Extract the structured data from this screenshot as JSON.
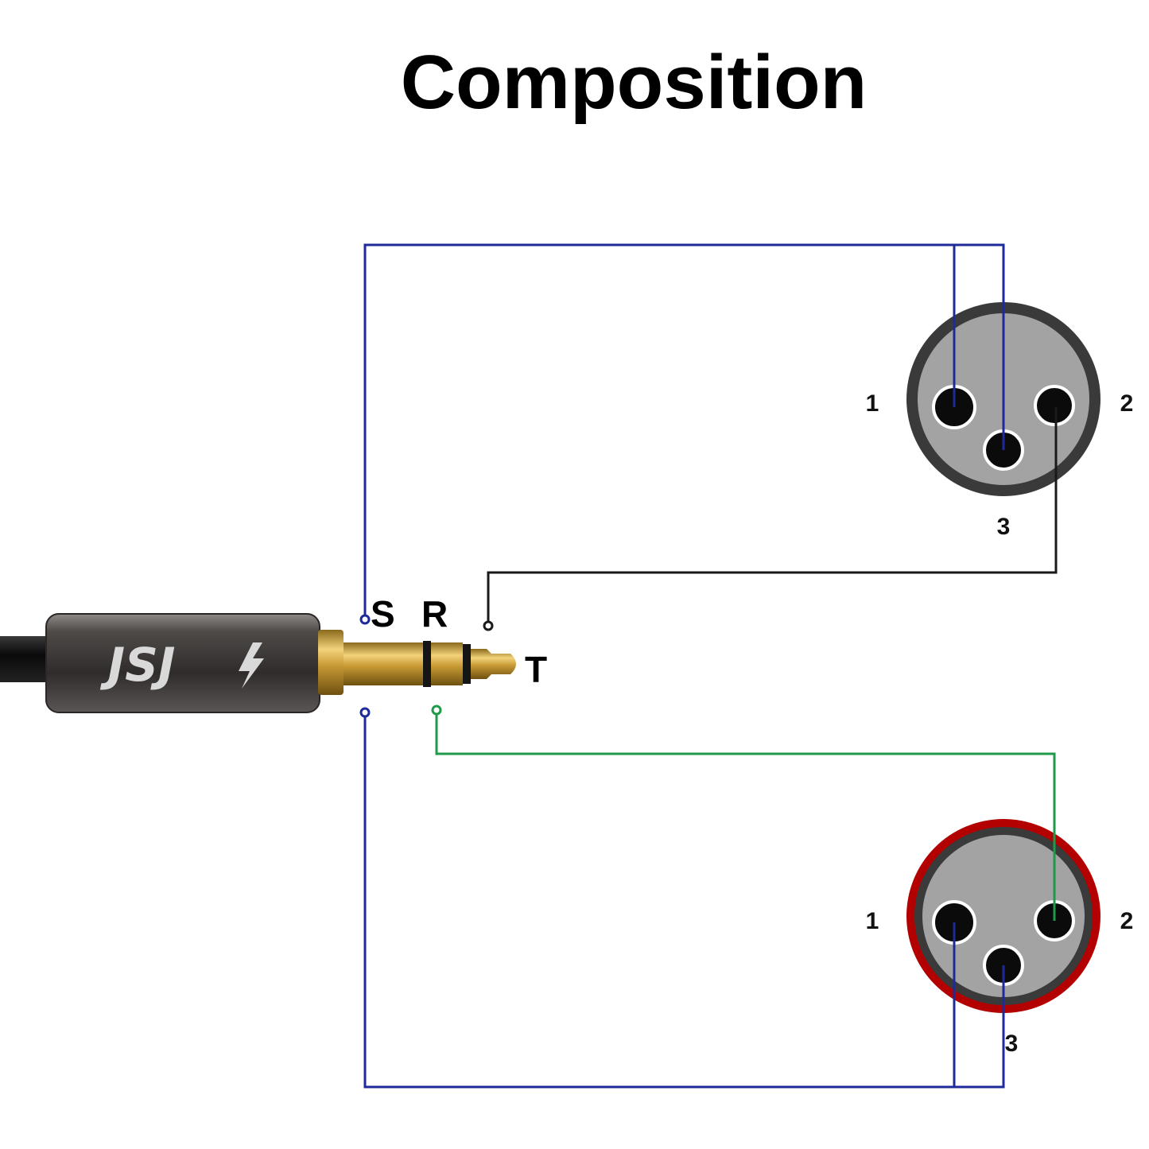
{
  "title": "Composition",
  "plug": {
    "logo_text": "JSJ",
    "labels": {
      "sleeve": "S",
      "ring": "R",
      "tip": "T"
    }
  },
  "xlr_top": {
    "pin_labels": {
      "pin1": "1",
      "pin2": "2",
      "pin3": "3"
    },
    "ring_color": "#3a3a3a"
  },
  "xlr_bottom": {
    "pin_labels": {
      "pin1": "1",
      "pin2": "2",
      "pin3": "3"
    },
    "ring_color": "#b30000"
  },
  "wire_colors": {
    "sleeve": "#1f2a9a",
    "tip": "#1a1a1a",
    "ring": "#1f9a4a"
  }
}
